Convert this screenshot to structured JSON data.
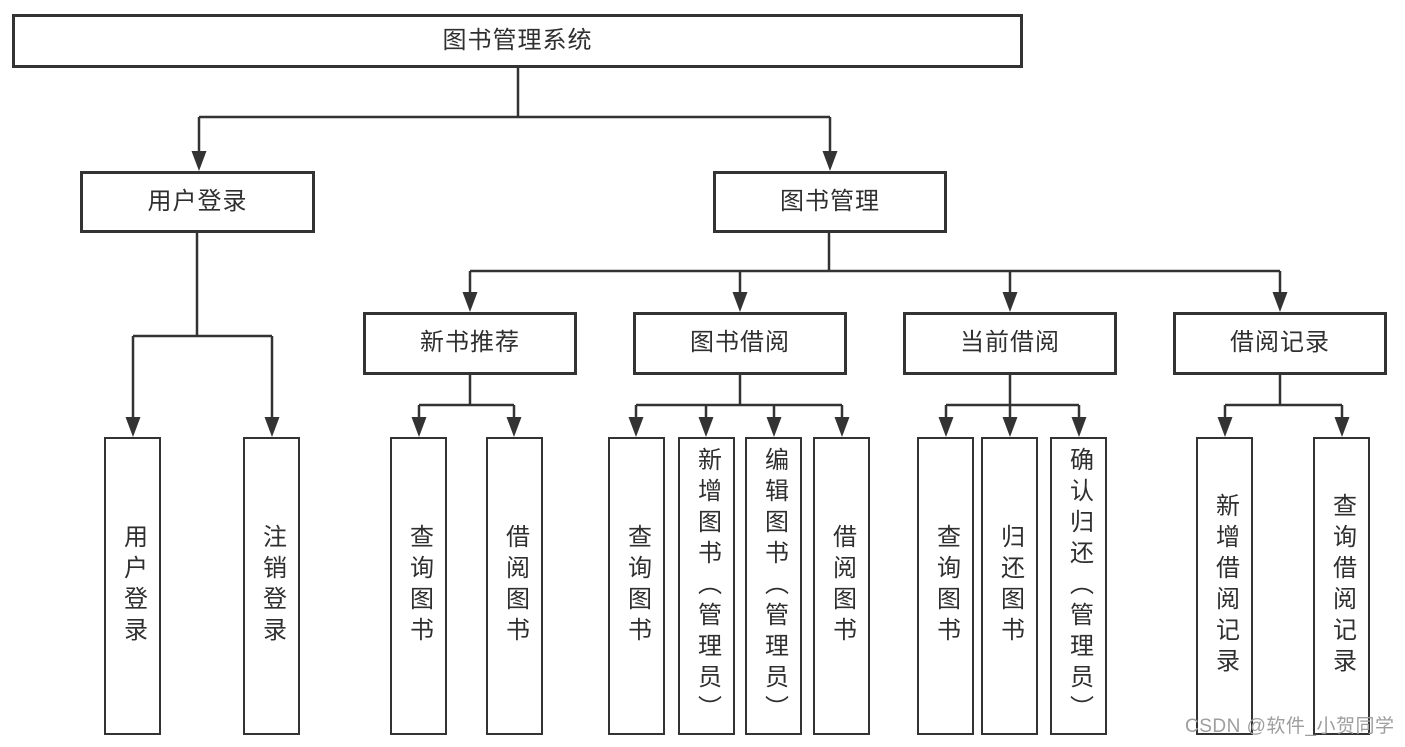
{
  "root": {
    "label": "图书管理系统",
    "children": [
      {
        "label": "用户登录",
        "children": [
          {
            "label": "用户登录"
          },
          {
            "label": "注销登录"
          }
        ]
      },
      {
        "label": "图书管理",
        "children": [
          {
            "label": "新书推荐",
            "children": [
              {
                "label": "查询图书"
              },
              {
                "label": "借阅图书"
              }
            ]
          },
          {
            "label": "图书借阅",
            "children": [
              {
                "label": "查询图书"
              },
              {
                "label": "新增图书（管理员）"
              },
              {
                "label": "编辑图书（管理员）"
              },
              {
                "label": "借阅图书"
              }
            ]
          },
          {
            "label": "当前借阅",
            "children": [
              {
                "label": "查询图书"
              },
              {
                "label": "归还图书"
              },
              {
                "label": "确认归还（管理员）"
              }
            ]
          },
          {
            "label": "借阅记录",
            "children": [
              {
                "label": "新增借阅记录"
              },
              {
                "label": "查询借阅记录"
              }
            ]
          }
        ]
      }
    ]
  },
  "watermark": {
    "text": "CSDN @软件_小贺同学"
  },
  "colors": {
    "line": "#333333",
    "box_border": "#333333",
    "box_bg": "#ffffff",
    "text": "#2f2f2f",
    "watermark": "#9e9e9e"
  }
}
